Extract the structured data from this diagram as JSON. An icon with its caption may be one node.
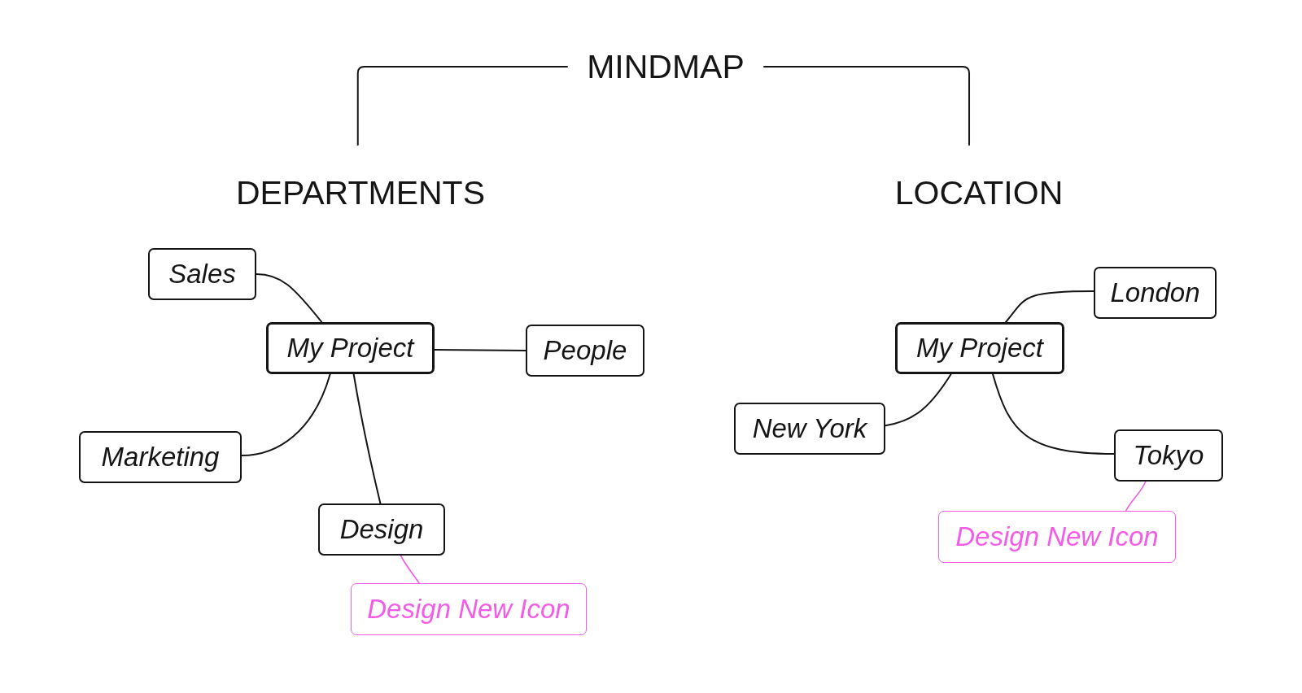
{
  "diagram": {
    "nodes": [
      {
        "text": [
          "MINDMAP"
        ]
      },
      {
        "text": [
          "DEPARTMENTS"
        ]
      },
      {
        "text": [
          "LOCATION"
        ]
      },
      {
        "text": [
          "My Project"
        ]
      },
      {
        "text": [
          "Sales"
        ]
      },
      {
        "text": [
          "People"
        ]
      },
      {
        "text": [
          "Marketing"
        ]
      },
      {
        "text": [
          "Design"
        ]
      },
      {
        "text": [
          "Design New Icon"
        ]
      },
      {
        "text": [
          "My Project"
        ]
      },
      {
        "text": [
          "London"
        ]
      },
      {
        "text": [
          "New York"
        ]
      },
      {
        "text": [
          "Tokyo"
        ]
      },
      {
        "text": [
          "Design New Icon"
        ]
      }
    ],
    "edges": [
      {
        "from": 0,
        "to": 1,
        "arrow": "none"
      },
      {
        "from": 0,
        "to": 2,
        "arrow": "none"
      },
      {
        "from": 3,
        "to": 4,
        "arrow": "none"
      },
      {
        "from": 3,
        "to": 5,
        "arrow": "none"
      },
      {
        "from": 3,
        "to": 6,
        "arrow": "none"
      },
      {
        "from": 3,
        "to": 7,
        "arrow": "none"
      },
      {
        "from": 7,
        "to": 8,
        "arrow": "none",
        "color": "#f25ce6"
      },
      {
        "from": 9,
        "to": 10,
        "arrow": "none"
      },
      {
        "from": 9,
        "to": 11,
        "arrow": "none"
      },
      {
        "from": 9,
        "to": 12,
        "arrow": "none"
      },
      {
        "from": 12,
        "to": 13,
        "arrow": "none",
        "color": "#f25ce6"
      }
    ]
  }
}
